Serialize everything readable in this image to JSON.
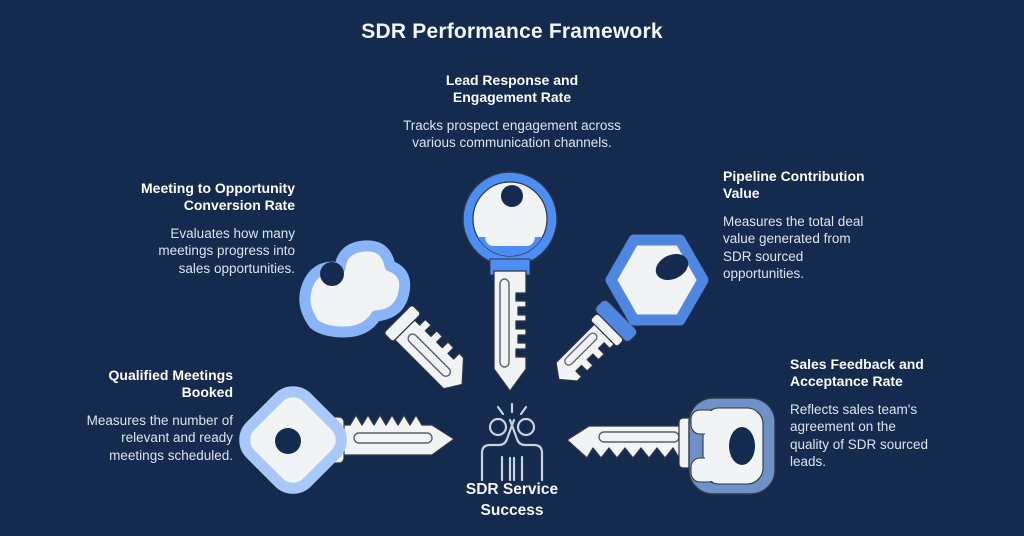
{
  "title": "SDR Performance Framework",
  "colors": {
    "background": "#142a4e",
    "key_bright_blue": "#4d8ef5",
    "key_medium_blue": "#4f87e0",
    "key_light_blue": "#8ab4f8",
    "key_pale_blue": "#a9c8fa",
    "key_slate_blue": "#6e92c8",
    "key_white": "#f1f3f4",
    "heading_text": "#fdfefe",
    "body_text": "#dde4ef"
  },
  "center": {
    "icon": "high-five-icon",
    "label": "SDR Service\nSuccess"
  },
  "metrics": [
    {
      "id": "lead-response",
      "position": "top-center",
      "key_icon": "round-head-key-icon",
      "heading": "Lead Response and\nEngagement Rate",
      "body": "Tracks prospect engagement across\nvarious communication channels."
    },
    {
      "id": "meeting-conversion",
      "position": "upper-left",
      "key_icon": "heart-head-key-icon",
      "heading": "Meeting to Opportunity\nConversion Rate",
      "body": "Evaluates how many\nmeetings progress into\nsales opportunities."
    },
    {
      "id": "pipeline-contribution",
      "position": "upper-right",
      "key_icon": "hex-head-key-icon",
      "heading": "Pipeline Contribution\nValue",
      "body": "Measures the total deal\nvalue generated from\nSDR sourced\nopportunities."
    },
    {
      "id": "qualified-meetings",
      "position": "lower-left",
      "key_icon": "diamond-head-key-icon",
      "heading": "Qualified Meetings\nBooked",
      "body": "Measures the number of\nrelevant and ready\nmeetings scheduled."
    },
    {
      "id": "sales-feedback",
      "position": "lower-right",
      "key_icon": "square-head-key-icon",
      "heading": "Sales Feedback and\nAcceptance Rate",
      "body": "Reflects sales team's\nagreement on the\nquality of SDR sourced\nleads."
    }
  ]
}
